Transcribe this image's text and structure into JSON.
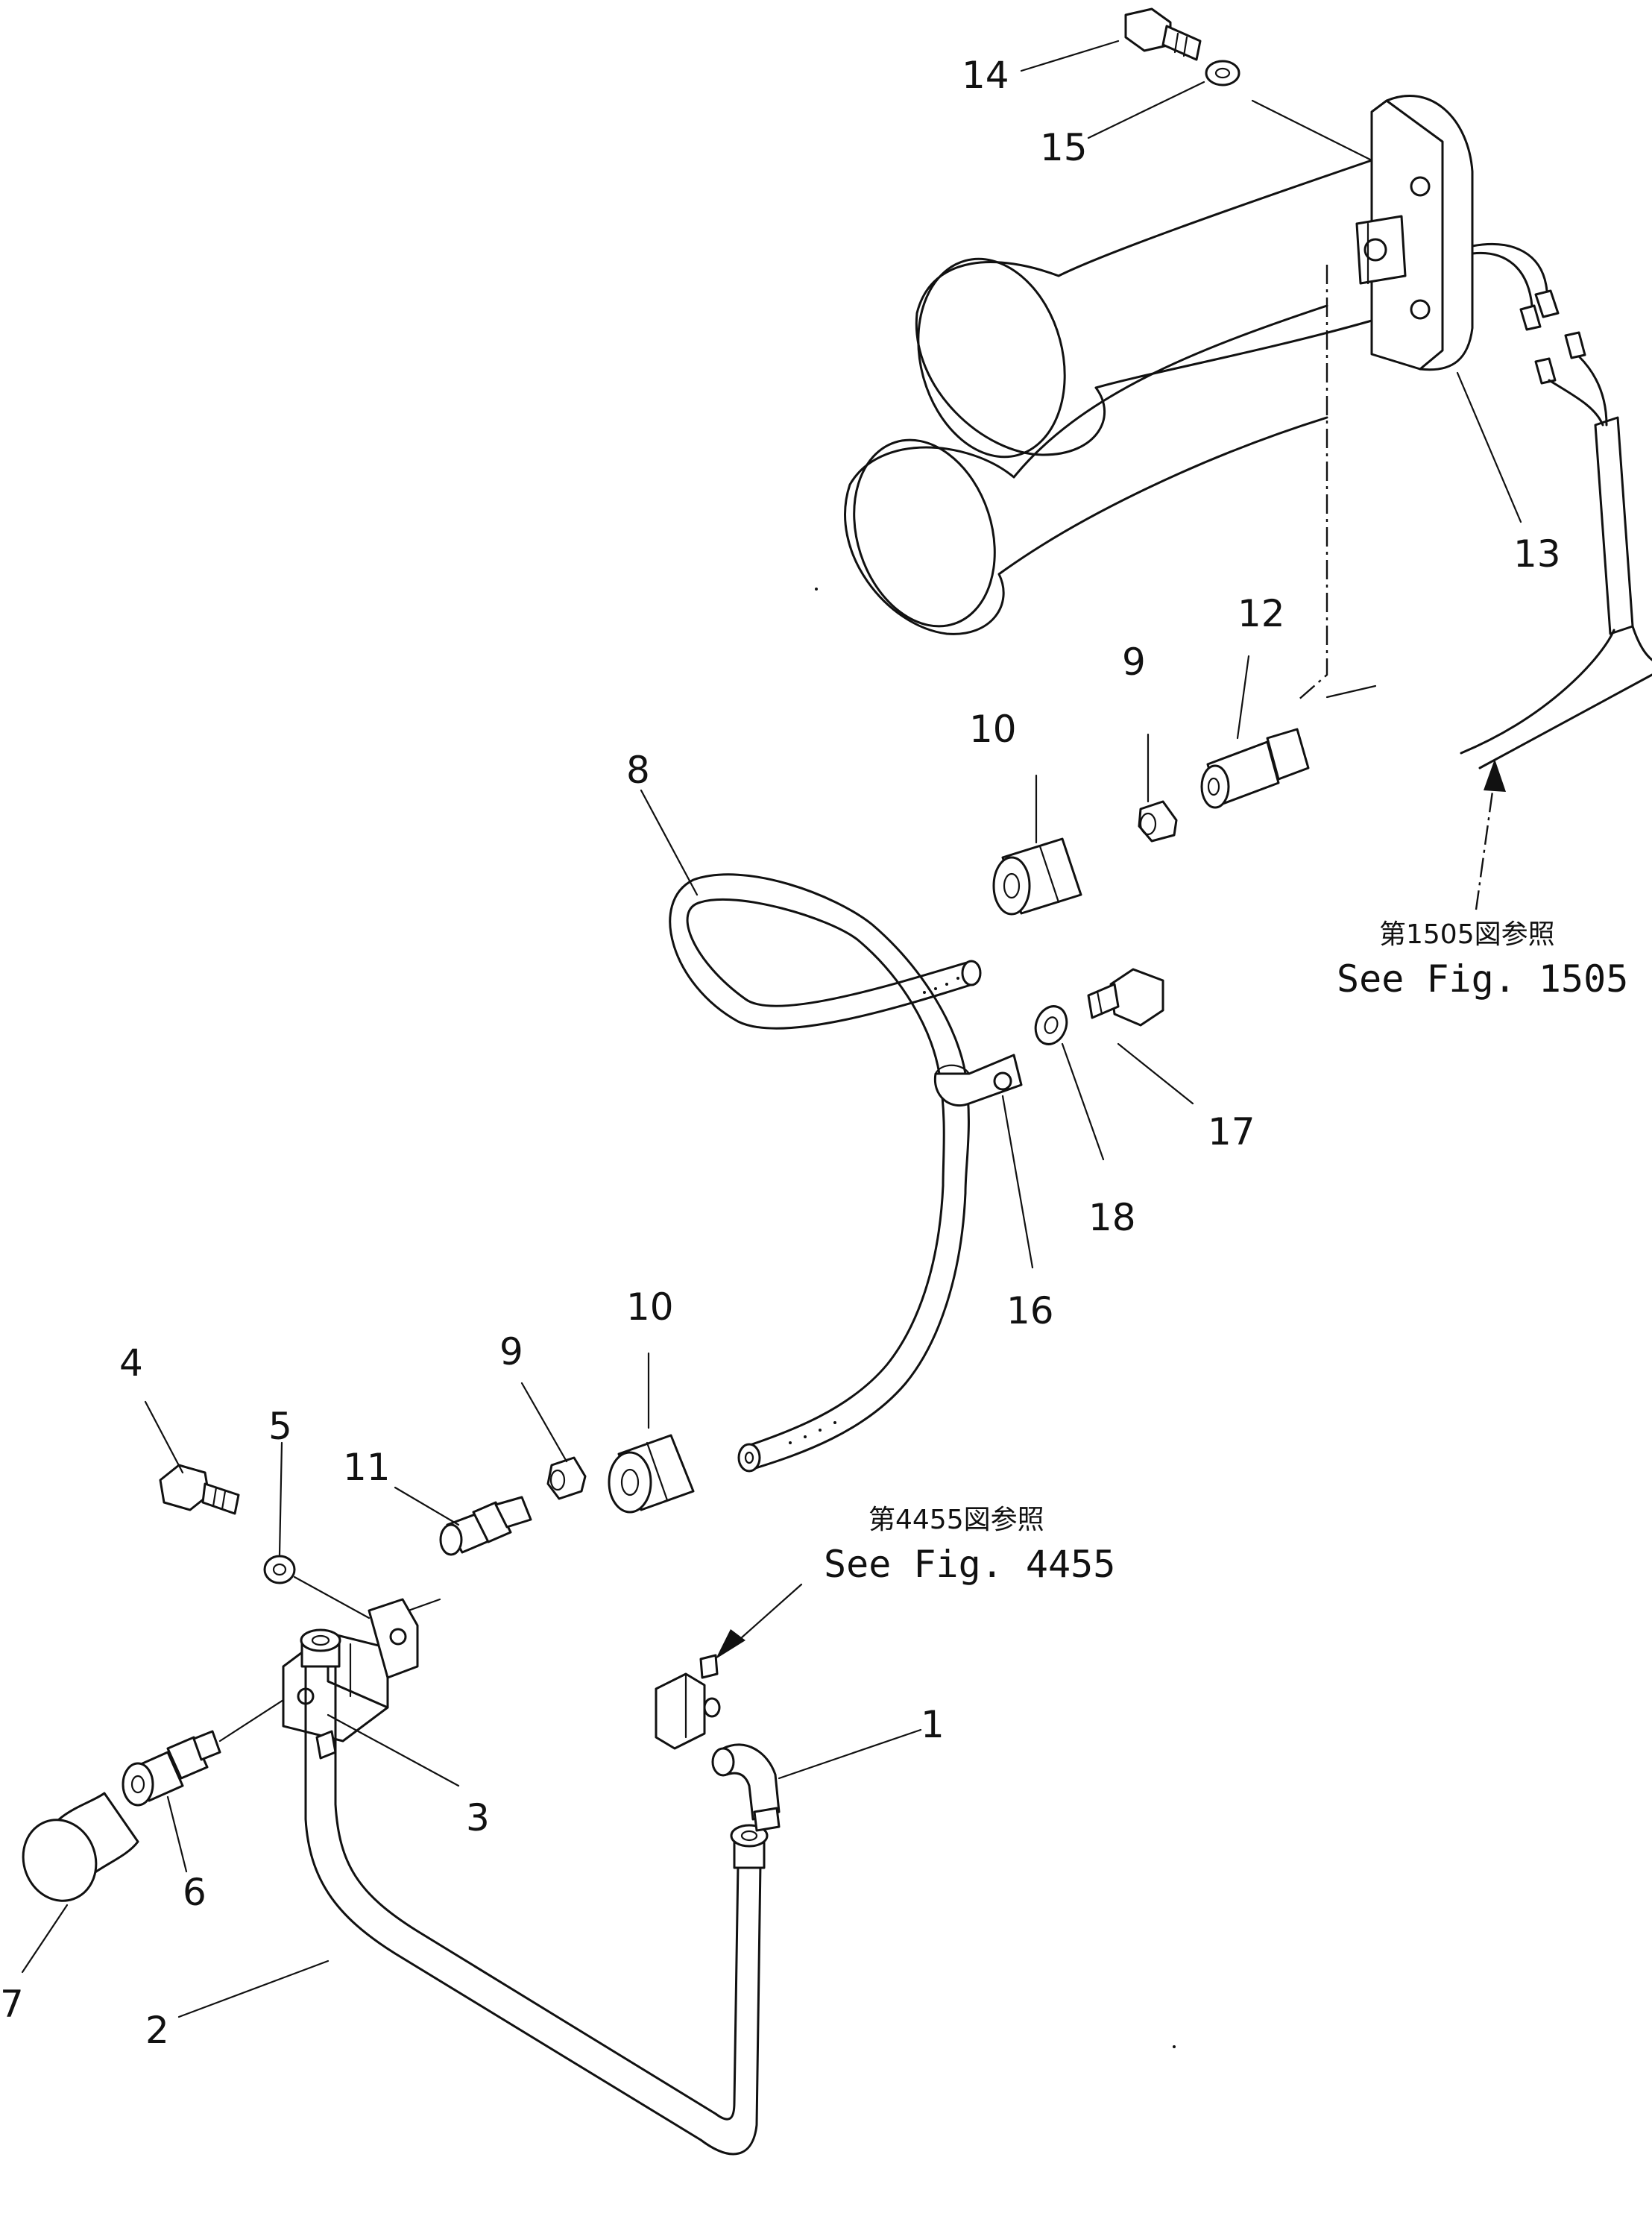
{
  "labels": {
    "p1": "1",
    "p2": "2",
    "p3": "3",
    "p4": "4",
    "p5": "5",
    "p6": "6",
    "p7": "7",
    "p8": "8",
    "p9a": "9",
    "p9b": "9",
    "p10a": "10",
    "p10b": "10",
    "p11": "11",
    "p12": "12",
    "p13": "13",
    "p14": "14",
    "p15": "15",
    "p16": "16",
    "p17": "17",
    "p18": "18"
  },
  "references": {
    "fig1505_jp": "第1505図参照",
    "fig1505_en": "See Fig. 1505",
    "fig4455_jp": "第4455図参照",
    "fig4455_en": "See Fig. 4455"
  }
}
